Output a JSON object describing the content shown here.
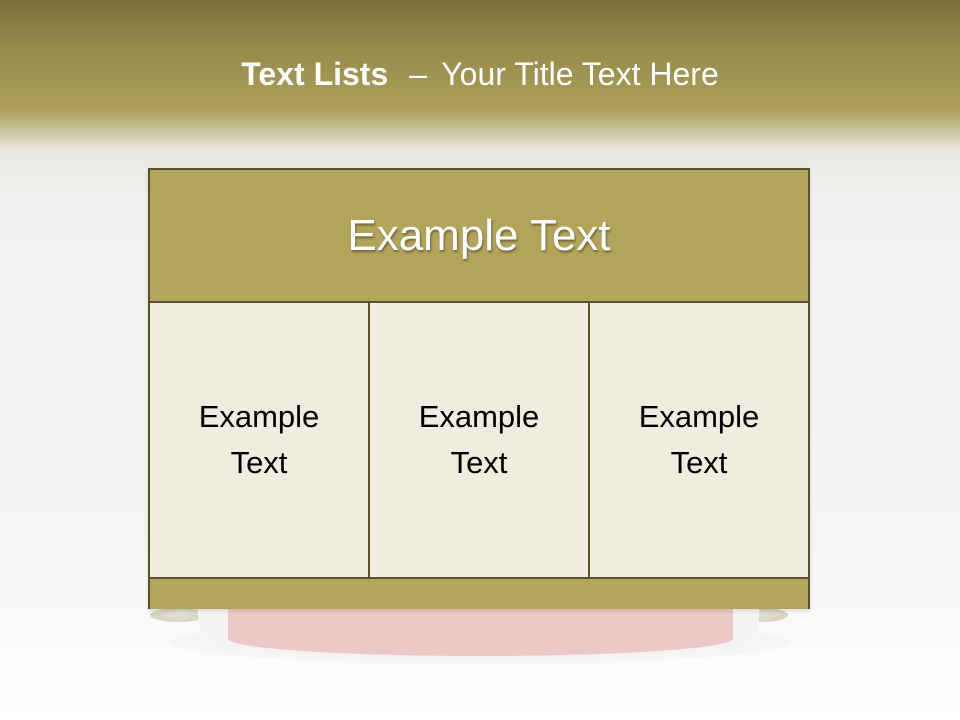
{
  "slide": {
    "title_main": "Text Lists",
    "title_separator": "–",
    "title_rest": "Your Title Text Here"
  },
  "table": {
    "header": "Example Text",
    "cells": [
      "Example Text",
      "Example Text",
      "Example Text"
    ]
  },
  "colors": {
    "accent": "#b3a45c",
    "border": "#5a5030",
    "cell_background": "#f0ecdf",
    "title_bar": "#a89a55"
  }
}
